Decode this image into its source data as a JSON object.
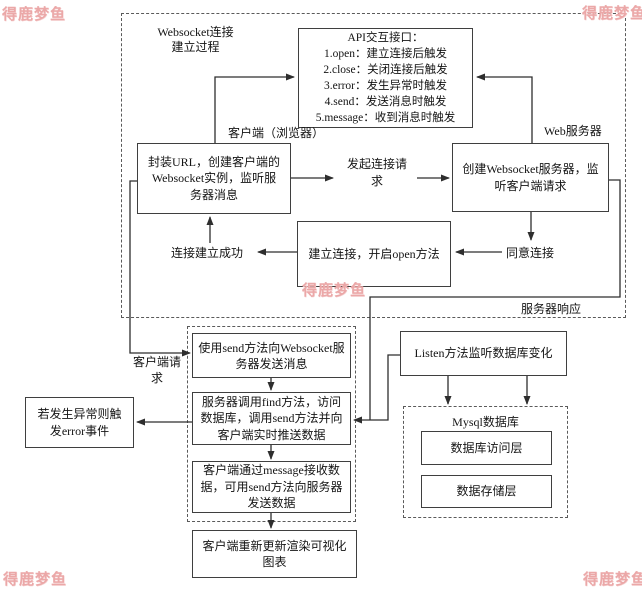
{
  "watermark": {
    "text": "得鹿梦鱼",
    "color": "#eba8a8"
  },
  "top_group": {
    "title_lines": [
      "Websocket连接",
      "建立过程"
    ],
    "api_box": {
      "title": "API交互接口：",
      "items": [
        "1.open：建立连接后触发",
        "2.close：关闭连接后触发",
        "3.error：发生异常时触发",
        "4.send：发送消息时触发",
        "5.message：收到消息时触发"
      ]
    },
    "client_label": "客户端（浏览器）",
    "server_label": "Web服务器",
    "client_box": "封装URL，创建客户端的Websocket实例，监听服务器消息",
    "server_box": "创建Websocket服务器，监听客户端请求",
    "request_lines": [
      "发起连接请",
      "求"
    ],
    "open_box": "建立连接，开启open方法",
    "agree_label": "同意连接",
    "success_label": "连接建立成功",
    "response_label": "服务器响应"
  },
  "bottom_group": {
    "client_request_lines": [
      "客户端请",
      "求"
    ],
    "send_box": "使用send方法向Websocket服务器发送消息",
    "find_box": "服务器调用find方法，访问数据库，调用send方法并向客户端实时推送数据",
    "message_box": "客户端通过message接收数据，可用send方法向服务器发送数据",
    "render_box": "客户端重新更新渲染可视化图表",
    "error_box": "若发生异常则触发error事件",
    "listen_box": "Listen方法监听数据库变化",
    "mysql": {
      "title": "Mysql数据库",
      "access_box": "数据库访问层",
      "storage_box": "数据存储层"
    }
  }
}
